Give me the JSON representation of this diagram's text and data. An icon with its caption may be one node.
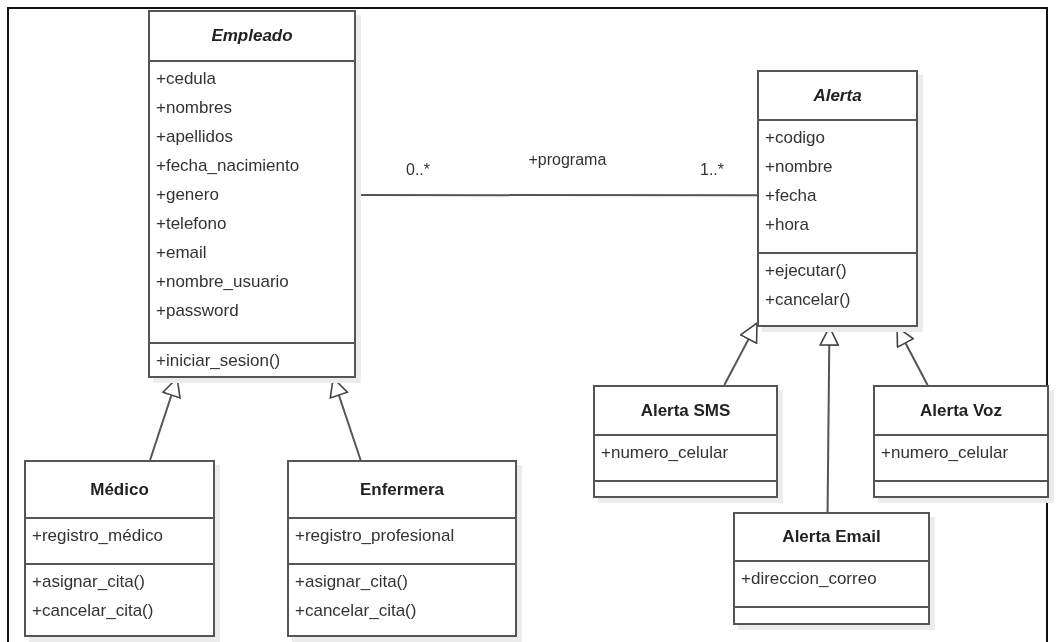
{
  "diagram": {
    "nodes": [
      {
        "text": [
          "Empleado"
        ]
      },
      {
        "text": [
          "+cedula",
          "+nombres",
          "+apellidos",
          "+fecha_nacimiento",
          "+genero",
          "+telefono",
          "+email",
          "+nombre_usuario",
          "+password"
        ],
        "in": 0
      },
      {
        "text": [
          "+iniciar_sesion()"
        ],
        "in": 0
      },
      {
        "text": [
          "Alerta"
        ]
      },
      {
        "text": [
          "+codigo",
          "+nombre",
          "+fecha",
          "+hora"
        ],
        "in": 3
      },
      {
        "text": [
          "+ejecutar()",
          "+cancelar()"
        ],
        "in": 3
      },
      {
        "text": [
          "Alerta SMS"
        ]
      },
      {
        "text": [
          "+numero_celular"
        ],
        "in": 6
      },
      {
        "text": [],
        "shape": "box",
        "in": 6
      },
      {
        "text": [
          "Alerta Voz"
        ]
      },
      {
        "text": [
          "+numero_celular"
        ],
        "in": 9
      },
      {
        "text": [],
        "shape": "box",
        "in": 9
      },
      {
        "text": [
          "Médico"
        ]
      },
      {
        "text": [
          "+registro_médico"
        ],
        "in": 12
      },
      {
        "text": [
          "+asignar_cita()",
          "+cancelar_cita()"
        ],
        "in": 12
      },
      {
        "text": [
          "Enfermera"
        ]
      },
      {
        "text": [
          "+registro_profesional"
        ],
        "in": 15
      },
      {
        "text": [
          "+asignar_cita()",
          "+cancelar_cita()"
        ],
        "in": 15
      },
      {
        "text": [
          "Alerta Email"
        ]
      },
      {
        "text": [
          "+direccion_correo"
        ],
        "in": 18
      },
      {
        "text": [],
        "shape": "box",
        "in": 18
      }
    ],
    "edges": [
      {
        "from": 0,
        "to": 3,
        "arrow": "none",
        "label": "+programa"
      },
      {
        "from": 12,
        "to": 0,
        "arrow": "to"
      },
      {
        "from": 15,
        "to": 0,
        "arrow": "to"
      },
      {
        "from": 6,
        "to": 3,
        "arrow": "to"
      },
      {
        "from": 18,
        "to": 3,
        "arrow": "to"
      },
      {
        "from": 9,
        "to": 3,
        "arrow": "to"
      }
    ],
    "labels": [
      "0..*",
      "1..*"
    ]
  }
}
